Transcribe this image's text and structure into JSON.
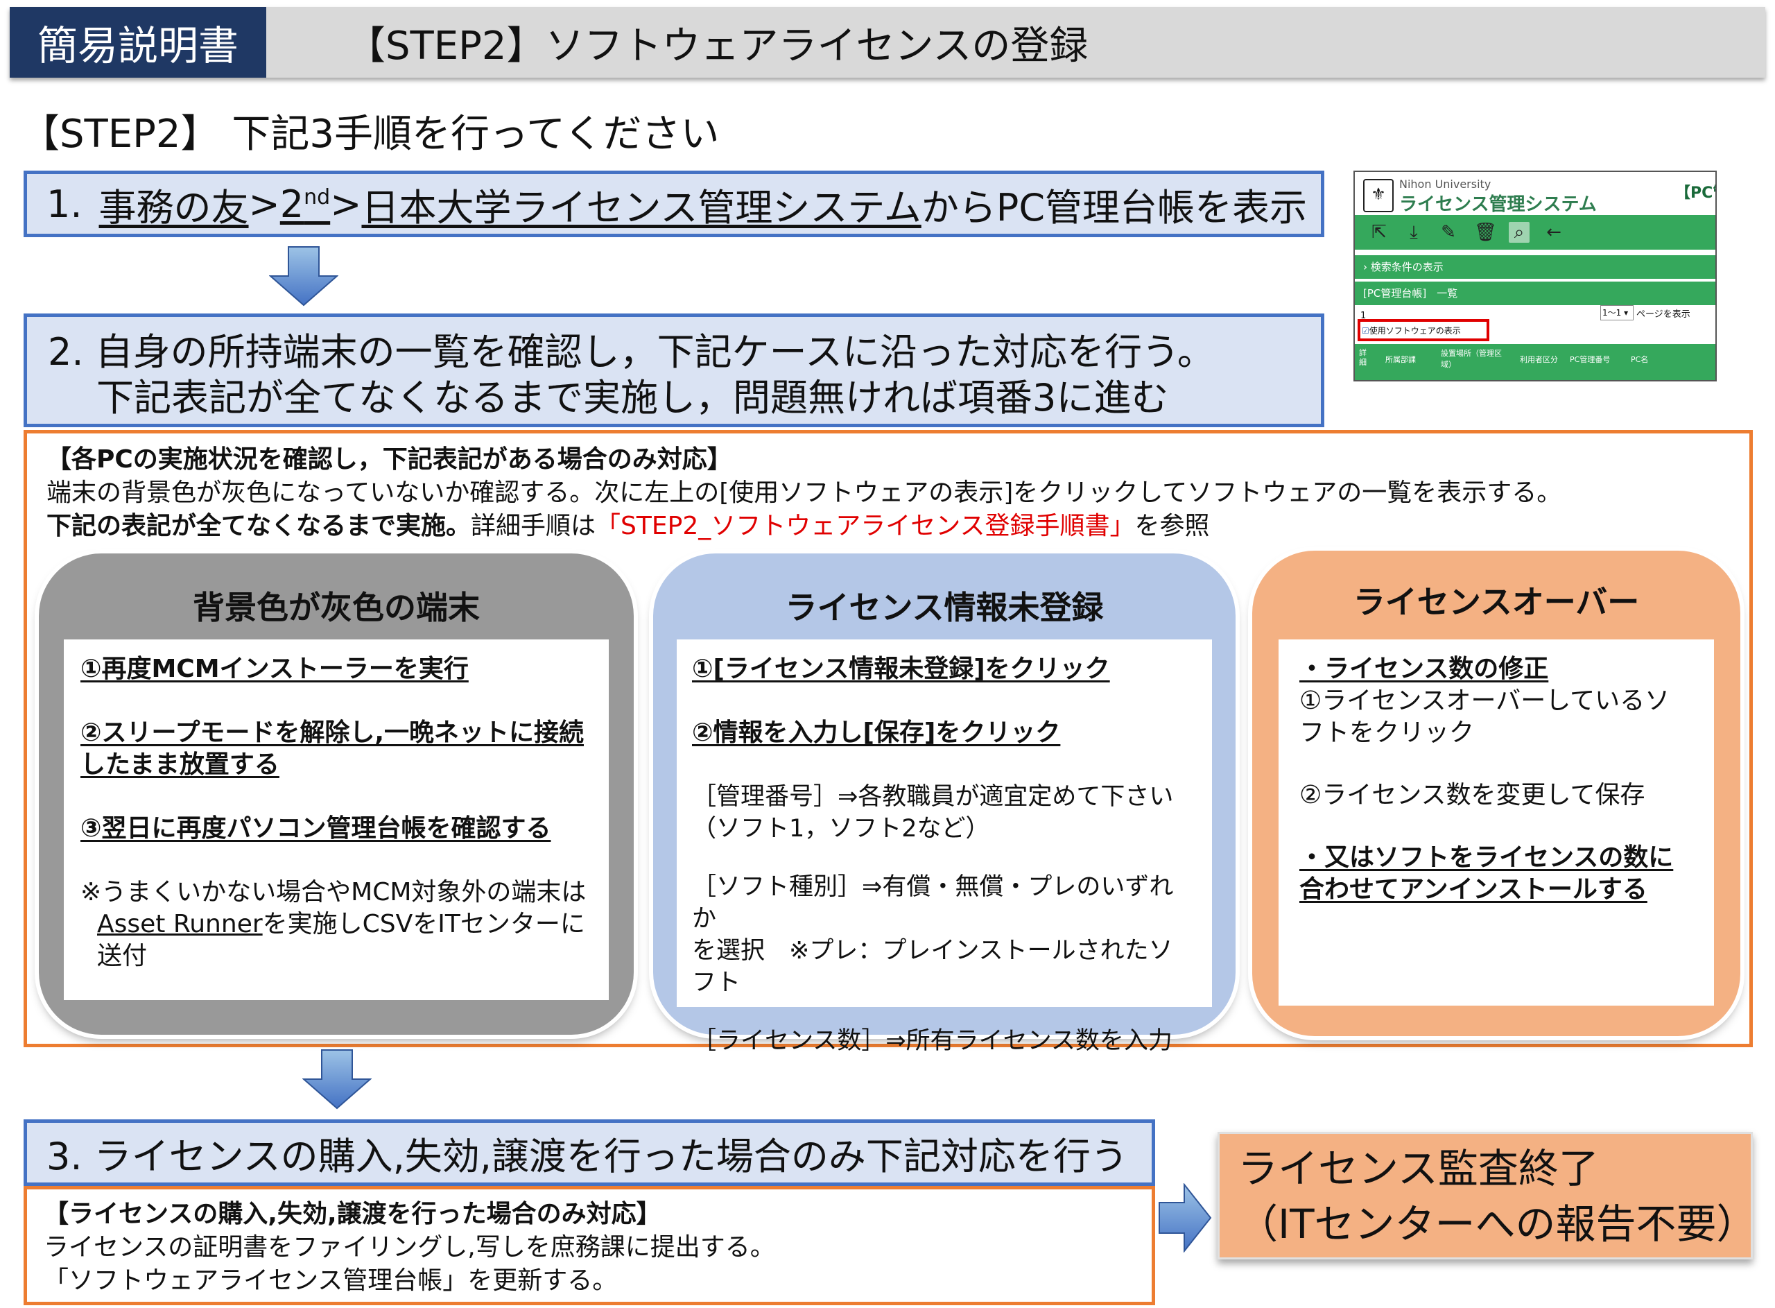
{
  "header": {
    "tag": "簡易説明書",
    "title": "【STEP2】ソフトウェアライセンスの登録"
  },
  "subtitle": "【STEP2】 下記3手順を行ってください",
  "step1": {
    "number": "1.",
    "link1": "事務の友",
    "sep1": ">",
    "link2_base": "2",
    "link2_sup": "nd",
    "sep2": ">",
    "link3": "日本大学ライセンス管理システム",
    "tail": "からPC管理台帳を表示"
  },
  "step2": {
    "line1": "2. 自身の所持端末の一覧を確認し，下記ケースに沿った対応を行う。",
    "line2": "下記表記が全てなくなるまで実施し，問題無ければ項番3に進む"
  },
  "panel2": {
    "heading": "【各PCの実施状況を確認し，下記表記がある場合のみ対応】",
    "line1": "端末の背景色が灰色になっていないか確認する。次に左上の[使用ソフトウェアの表示]をクリックしてソフトウェアの一覧を表示する。",
    "line2_bold": "下記の表記が全てなくなるまで実施。",
    "line2_mid": "詳細手順は",
    "line2_red": "「STEP2_ソフトウェアライセンス登録手順書」",
    "line2_end": "を参照"
  },
  "cases": {
    "gray": {
      "title": "背景色が灰色の端末",
      "item1": "①再度MCMインストーラーを実行",
      "item2": "②スリープモードを解除し,一晩ネットに接続したまま放置する",
      "item3": "③翌日に再度パソコン管理台帳を確認する",
      "note1": "※うまくいかない場合やMCM対象外の端末は",
      "note2_link": "Asset Runner",
      "note2_tail": "を実施しCSVをITセンターに送付"
    },
    "blue": {
      "title": "ライセンス情報未登録",
      "item1": "①[ライセンス情報未登録]をクリック",
      "item2": "②情報を入力し[保存]をクリック",
      "p1a": "［管理番号］⇒各教職員が適宜定めて下さい",
      "p1b": "（ソフト1，ソフト2など）",
      "p2a": "［ソフト種別］⇒有償・無償・プレのいずれか",
      "p2b": "を選択　※プレ：プレインストールされたソフト",
      "p3": "［ライセンス数］⇒所有ライセンス数を入力"
    },
    "orange": {
      "title": "ライセンスオーバー",
      "item1": "・ライセンス数の修正",
      "p1": "①ライセンスオーバーしているソフトをクリック",
      "p2": "②ライセンス数を変更して保存",
      "item2": "・又はソフトをライセンスの数に合わせてアンインストールする"
    }
  },
  "step3": {
    "text": "3. ライセンスの購入,失効,譲渡を行った場合のみ下記対応を行う"
  },
  "panel3": {
    "heading": "【ライセンスの購入,失効,譲渡を行った場合のみ対応】",
    "line1": "ライセンスの証明書をファイリングし,写しを庶務課に提出する。",
    "line2": "「ソフトウェアライセンス管理台帳」を更新する。"
  },
  "final": {
    "line1": "ライセンス監査終了",
    "line2": "（ITセンターへの報告不要）"
  },
  "thumbnail": {
    "univ": "Nihon University",
    "system": "ライセンス管理システム",
    "corner": "【PC管",
    "search_toggle": "検索条件の表示",
    "list_label": "[PC管理台帳]　一覧",
    "page_select": "1〜1",
    "page_suffix": "ページを表示",
    "row_num": "1",
    "checkbox_label": "使用ソフトウェアの表示",
    "col1": "詳細",
    "col2": "所属部課",
    "col3": "設置場所（管理区域）",
    "col4": "利用者区分",
    "col5": "PC管理番号",
    "col6": "PC名"
  },
  "colors": {
    "navy": "#1f3864",
    "step_fill": "#dae3f3",
    "step_border": "#4472c4",
    "orange_border": "#ed7d31",
    "orange_fill": "#f4b183",
    "gray_case": "#999999",
    "blue_case": "#b4c7e7",
    "green": "#35a85c",
    "red_text": "#e00000"
  }
}
